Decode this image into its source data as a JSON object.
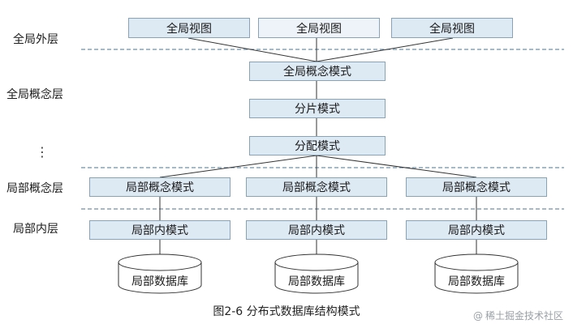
{
  "layers": {
    "global_outer": "全局外层",
    "global_concept": "全局概念层",
    "ellipsis": "⋮",
    "local_concept": "局部概念层",
    "local_inner": "局部内层"
  },
  "boxes": {
    "global_view_1": "全局视图",
    "global_view_2": "全局视图",
    "global_view_3": "全局视图",
    "global_concept_schema": "全局概念模式",
    "fragment_schema": "分片模式",
    "allocation_schema": "分配模式",
    "local_concept_1": "局部概念模式",
    "local_concept_2": "局部概念模式",
    "local_concept_3": "局部概念模式",
    "local_inner_1": "局部内模式",
    "local_inner_2": "局部内模式",
    "local_inner_3": "局部内模式"
  },
  "databases": [
    "局部数据库",
    "局部数据库",
    "局部数据库"
  ],
  "caption": "图2-6   分布式数据库结构模式",
  "credit": {
    "icon": "at-icon",
    "text": "稀土掘金技术社区"
  },
  "colors": {
    "box_fill": "#dde9f3",
    "box_border": "#8aa2b6",
    "divider": "#6f8fa8",
    "connector": "#333333"
  }
}
